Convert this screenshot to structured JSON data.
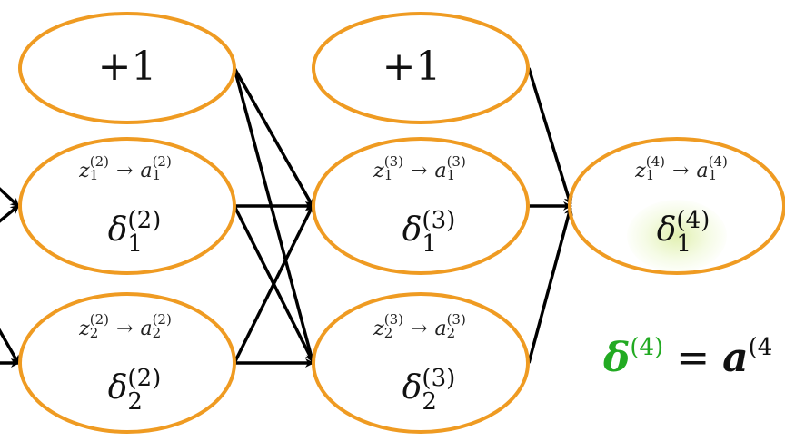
{
  "diagram": {
    "bias_label": "+1",
    "arrow": "→",
    "z": "z",
    "a": "a",
    "delta": "δ",
    "layer2": {
      "sup": "(2)",
      "units": [
        {
          "sub": "1"
        },
        {
          "sub": "2"
        }
      ]
    },
    "layer3": {
      "sup": "(3)",
      "units": [
        {
          "sub": "1"
        },
        {
          "sub": "2"
        }
      ]
    },
    "layer4": {
      "sup": "(4)",
      "units": [
        {
          "sub": "1"
        }
      ]
    },
    "formula": {
      "lhs": "δ",
      "lhs_sup": "(4)",
      "eq": "=",
      "rhs": "a",
      "rhs_sup": "(4"
    },
    "colors": {
      "node_border": "#ef9b22",
      "edge": "#000000",
      "highlight": "#22aa22"
    }
  }
}
